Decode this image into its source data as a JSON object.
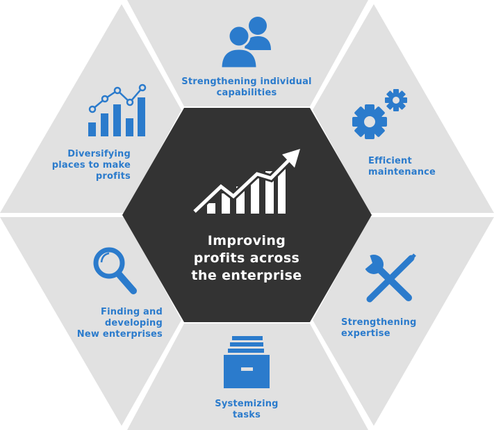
{
  "center": {
    "lines": [
      "Improving",
      "profits  across",
      "the enterprise"
    ]
  },
  "segments": [
    {
      "id": "individual",
      "lines": [
        "Strengthening individual",
        "capabilities"
      ],
      "icon": "people-icon"
    },
    {
      "id": "maintenance",
      "lines": [
        "Efficient",
        "maintenance"
      ],
      "icon": "gears-icon"
    },
    {
      "id": "expertise",
      "lines": [
        "Strengthening",
        "expertise"
      ],
      "icon": "tools-icon"
    },
    {
      "id": "tasks",
      "lines": [
        "Systemizing",
        "tasks"
      ],
      "icon": "file-cabinet-icon"
    },
    {
      "id": "new-enterprises",
      "lines": [
        "Finding and",
        "developing",
        "New enterprises"
      ],
      "icon": "magnifier-icon"
    },
    {
      "id": "places",
      "lines": [
        "Diversifying",
        "places  to make",
        "profits"
      ],
      "icon": "bar-chart-icon"
    }
  ],
  "center_icon": "growth-chart-icon",
  "colors": {
    "accent": "#2b7bcc",
    "segment": "#e1e1e1",
    "center": "#333333",
    "center_text": "#ffffff"
  }
}
